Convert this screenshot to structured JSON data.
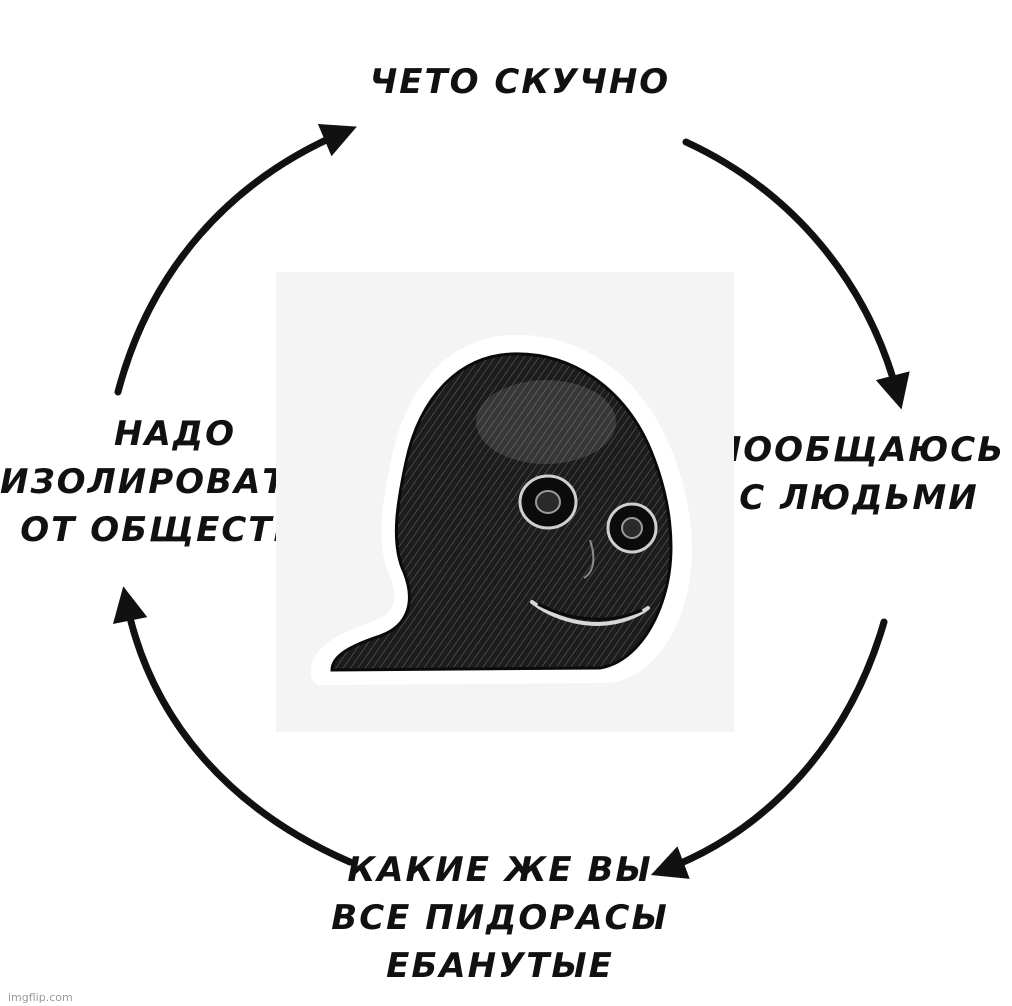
{
  "cycle": {
    "top": {
      "lines": [
        "ЧЕТО СКУЧНО"
      ]
    },
    "right": {
      "lines": [
        "ПООБЩАЮСЬ",
        "С ЛЮДЬМИ"
      ]
    },
    "bottom": {
      "lines": [
        "КАКИЕ ЖЕ ВЫ",
        "ВСЕ ПИДОРАСЫ",
        "ЕБАНУТЫЕ"
      ]
    },
    "left": {
      "lines": [
        "НАДО",
        "ИЗОЛИРОВАТЬСЯ",
        "ОТ ОБЩЕСТВА"
      ]
    }
  },
  "center_image": {
    "icon": "grinning-wojak-face-icon"
  },
  "watermark": "imgflip.com",
  "colors": {
    "ink": "#111111",
    "background": "#ffffff",
    "panel": "#f4f4f4"
  }
}
